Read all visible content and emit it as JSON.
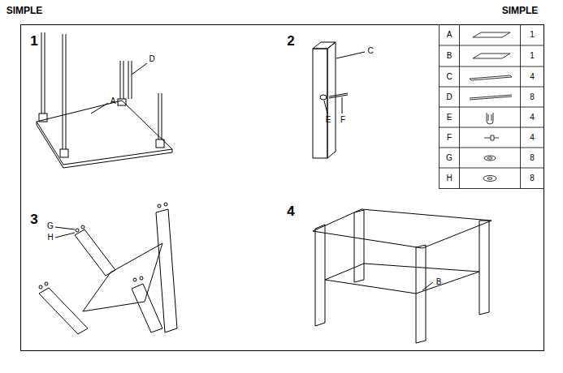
{
  "diagram": {
    "title": "SIMPLE",
    "labels": [
      "SIMPLE",
      "1",
      "D",
      "A",
      "2",
      "C",
      "E",
      "F",
      "3",
      "G",
      "H",
      "4",
      "B",
      "A",
      "1",
      "B",
      "1",
      "C",
      "4",
      "D",
      "8",
      "E",
      "4",
      "F",
      "4",
      "G",
      "8",
      "H",
      "8"
    ]
  }
}
